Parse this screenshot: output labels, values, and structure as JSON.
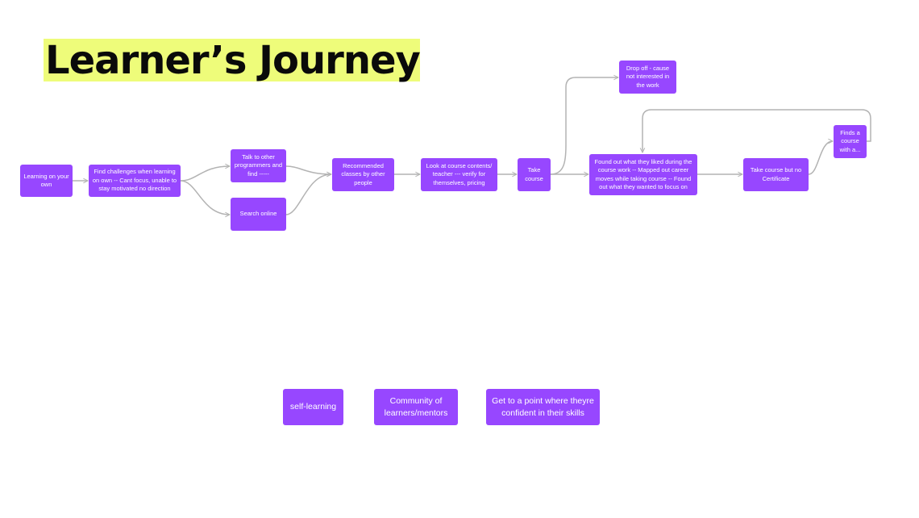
{
  "title": "Learner’s Journey",
  "colors": {
    "node": "#9747ff",
    "title_highlight": "#eefc7a",
    "connector": "#b3b3b3"
  },
  "nodes": {
    "n1": "Learning on your own",
    "n2": "Find challenges when learning on own -- Cant focus, unable to stay motivated no direction",
    "n3": "Talk to other programmers and find -----",
    "n4": "Search online",
    "n5": "Recommended classes by other people",
    "n6": "Look at course contents/ teacher --- verify for themselves, pricing",
    "n7": "Take course",
    "n8": "Drop off - cause not interested in the work",
    "n9": "Found out what they liked during the course work -- Mapped out career moves while taking course -- Found out what they wanted to focus on",
    "n10": "Take course but no Certificate",
    "n11": "Finds a course with a..."
  },
  "notes": {
    "a": "self-learning",
    "b": "Community of learners/mentors",
    "c": "Get to a point where theyre confident in their skills"
  }
}
